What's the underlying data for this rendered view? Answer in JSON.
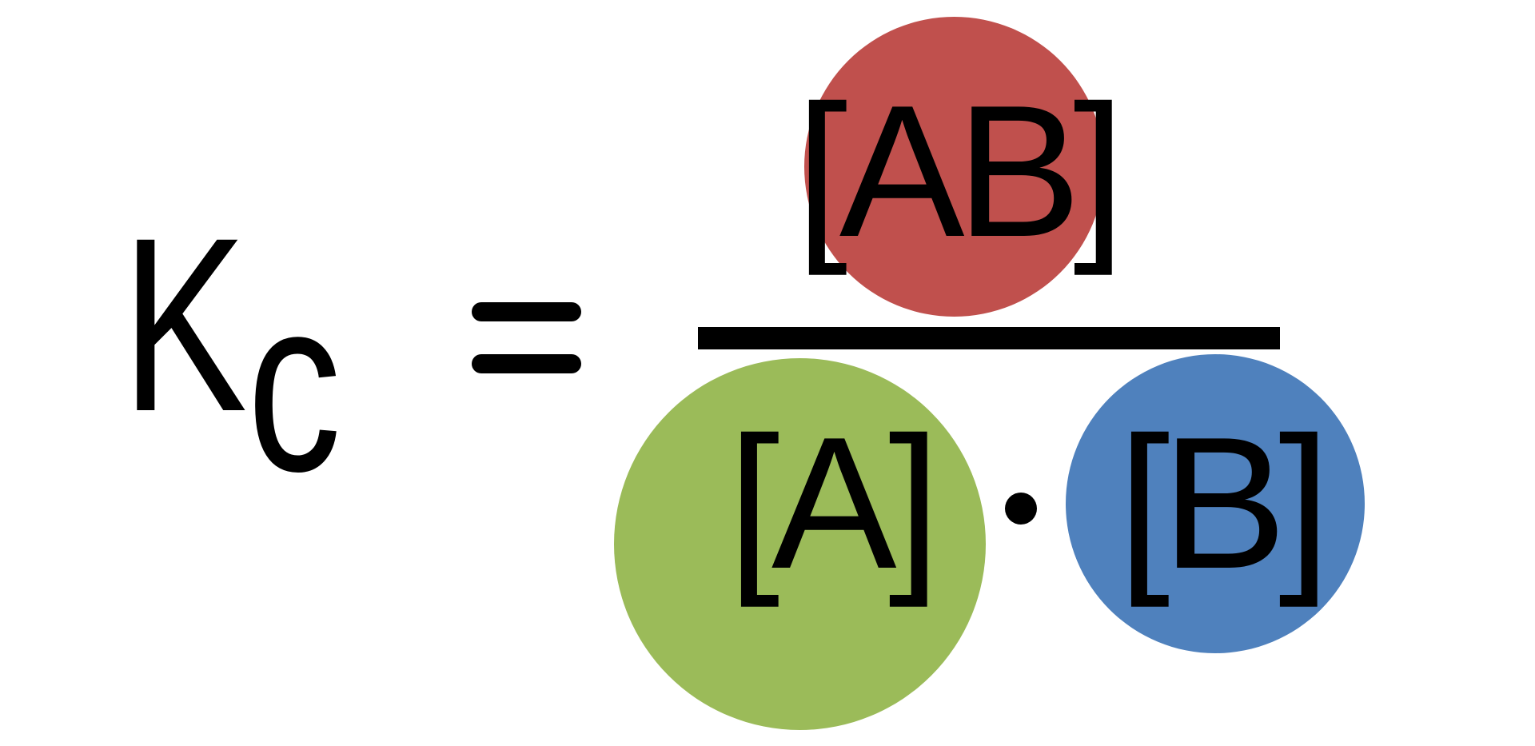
{
  "equation": {
    "lhs": {
      "symbol": "K",
      "subscript": "c"
    },
    "equals_sign": "=",
    "numerator": {
      "term": "[AB]"
    },
    "denominator": {
      "left_term": "[A]",
      "operator": "·",
      "right_term": "[B]"
    }
  },
  "colors": {
    "product_circle": "#C0504D",
    "reactant_a_circle": "#9BBB59",
    "reactant_b_circle": "#4F81BD",
    "ink": "#000000",
    "background": "#FFFFFF"
  }
}
